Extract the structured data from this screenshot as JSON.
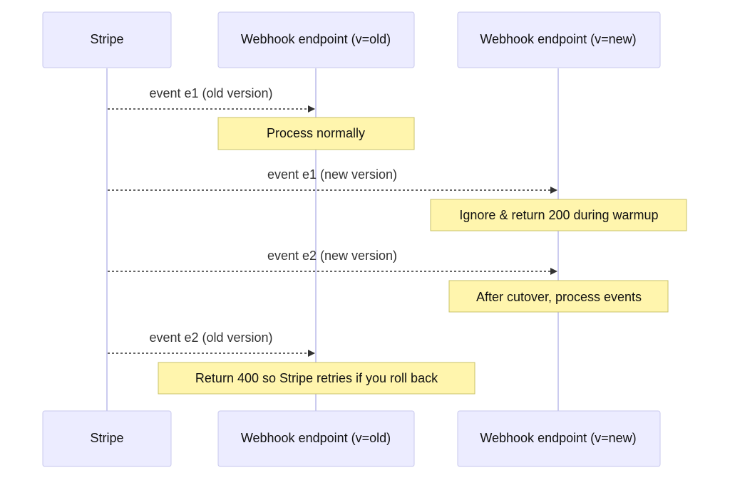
{
  "participants": [
    {
      "id": "stripe",
      "label": "Stripe"
    },
    {
      "id": "old",
      "label": "Webhook endpoint (v=old)"
    },
    {
      "id": "new",
      "label": "Webhook endpoint (v=new)"
    }
  ],
  "messages": [
    {
      "from": "stripe",
      "to": "old",
      "label": "event e1 (old version)",
      "style": "dotted"
    },
    {
      "from": "stripe",
      "to": "new",
      "label": "event e1 (new version)",
      "style": "dotted"
    },
    {
      "from": "stripe",
      "to": "new",
      "label": "event e2 (new version)",
      "style": "dotted"
    },
    {
      "from": "stripe",
      "to": "old",
      "label": "event e2 (old version)",
      "style": "dotted"
    }
  ],
  "notes": [
    {
      "over": "old",
      "text": "Process normally"
    },
    {
      "over": "new",
      "text": "Ignore & return 200 during warmup"
    },
    {
      "over": "new",
      "text": "After cutover, process events"
    },
    {
      "over": "old",
      "text": "Return 400 so Stripe retries if you roll back"
    }
  ],
  "colors": {
    "actor_fill": "#ECECFF",
    "actor_stroke": "#C8C8EE",
    "lifeline": "#CBCBEF",
    "note_fill": "#FFF5AD",
    "note_stroke": "#C9C26A",
    "message": "#333333"
  }
}
